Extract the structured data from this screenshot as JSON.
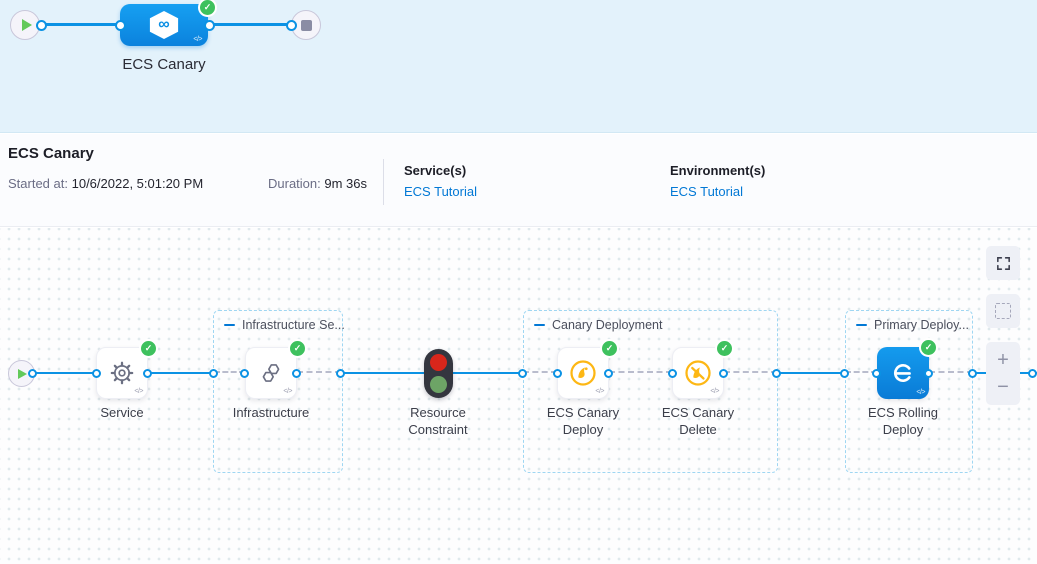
{
  "colors": {
    "accent_blue": "#0b92e4",
    "link_blue": "#0278d5",
    "success_green": "#3ec15e",
    "canary_yellow": "#fdb714"
  },
  "icons": {
    "check": "✓",
    "infinity": "∞",
    "code": "</>",
    "zoom_in": "+",
    "zoom_out": "−"
  },
  "top_pipeline": {
    "stage_name": "ECS Canary"
  },
  "header": {
    "title": "ECS Canary",
    "started_label": "Started at:",
    "started_value": "10/6/2022, 5:01:20 PM",
    "duration_label": "Duration:",
    "duration_value": "9m 36s",
    "services_label": "Service(s)",
    "services_value": "ECS Tutorial",
    "environments_label": "Environment(s)",
    "environments_value": "ECS Tutorial"
  },
  "graph": {
    "groups": [
      {
        "name": "Infrastructure Se..."
      },
      {
        "name": "Canary Deployment"
      },
      {
        "name": "Primary Deploy..."
      }
    ],
    "nodes": [
      {
        "name": "Service"
      },
      {
        "name": "Infrastructure"
      },
      {
        "name": "Resource Constraint"
      },
      {
        "name": "ECS Canary Deploy"
      },
      {
        "name": "ECS Canary Delete"
      },
      {
        "name": "ECS Rolling Deploy"
      }
    ]
  }
}
